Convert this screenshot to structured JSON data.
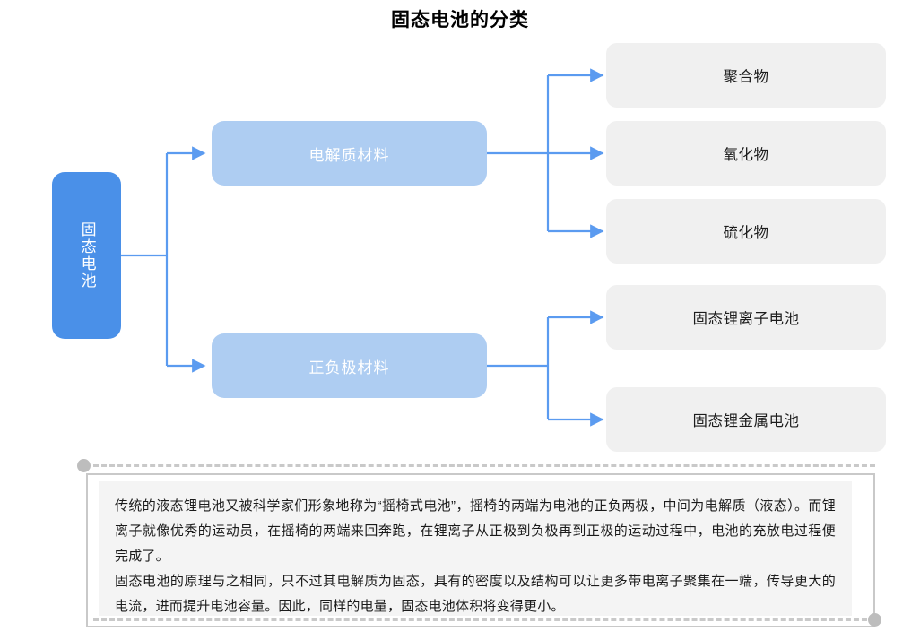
{
  "title": "固态电池的分类",
  "colors": {
    "root_fill": "#4a90e8",
    "branch_fill": "#aecdf2",
    "leaf_fill": "#f0f0f0",
    "connector": "#5b9bf0",
    "note_bg": "#f4f4f4",
    "frame_gray": "#c9c9c9"
  },
  "diagram": {
    "root": {
      "label": "固态电池"
    },
    "branches": [
      {
        "label": "电解质材料",
        "children": [
          {
            "label": "聚合物"
          },
          {
            "label": "氧化物"
          },
          {
            "label": "硫化物"
          }
        ]
      },
      {
        "label": "正负极材料",
        "children": [
          {
            "label": "固态锂离子电池"
          },
          {
            "label": "固态锂金属电池"
          }
        ]
      }
    ]
  },
  "note": {
    "paragraphs": [
      "传统的液态锂电池又被科学家们形象地称为“摇椅式电池”，摇椅的两端为电池的正负两极，中间为电解质（液态）。而锂离子就像优秀的运动员，在摇椅的两端来回奔跑，在锂离子从正极到负极再到正极的运动过程中，电池的充放电过程便完成了。",
      "固态电池的原理与之相同，只不过其电解质为固态，具有的密度以及结构可以让更多带电离子聚集在一端，传导更大的电流，进而提升电池容量。因此，同样的电量，固态电池体积将变得更小。"
    ]
  }
}
